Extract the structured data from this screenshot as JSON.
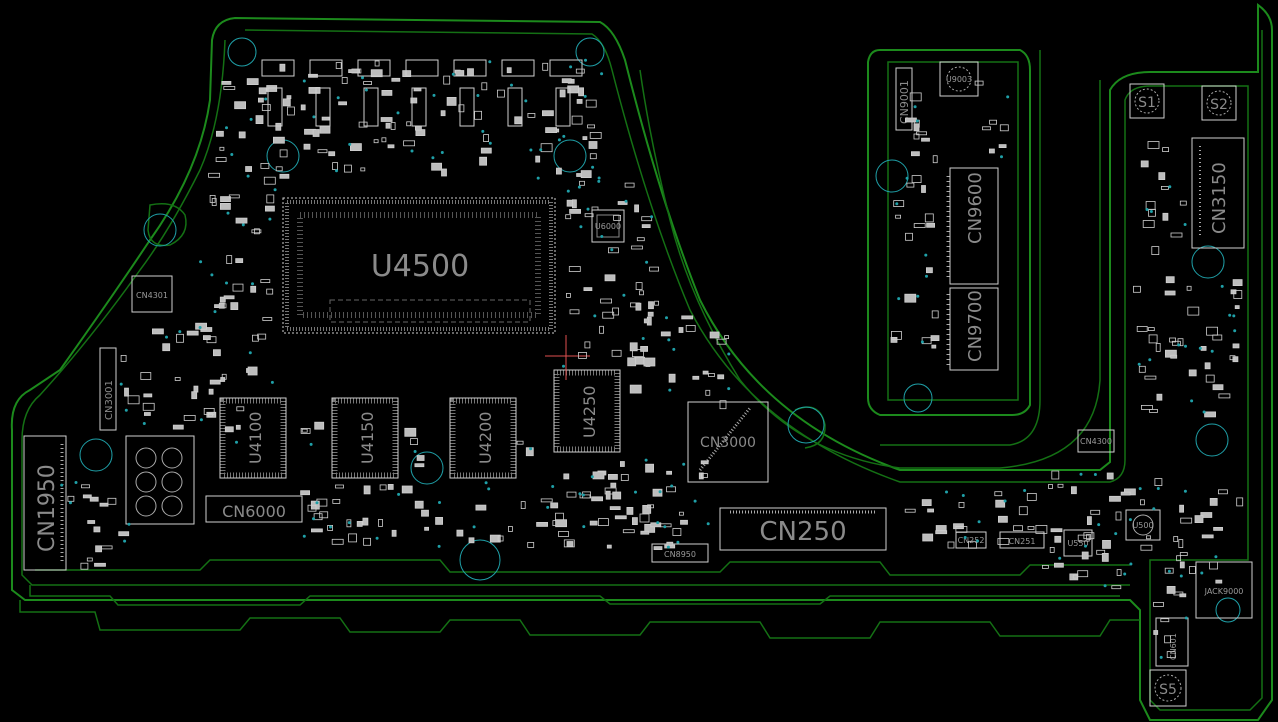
{
  "viewer": {
    "background": "#000000",
    "outline_color": "#1c8a1c",
    "silk_color": "#cfcfcf",
    "hole_color": "#1fa0a8",
    "cursor_color": "#e05050"
  },
  "labels": {
    "u4500": "U4500",
    "u4100": "U4100",
    "u4150": "U4150",
    "u4200": "U4200",
    "u4250": "U4250",
    "cn250": "CN250",
    "cn3000": "CN3000",
    "cn6000": "CN6000",
    "cn1950": "CN1950",
    "cn3001": "CN3001",
    "cn9600": "CN9600",
    "cn9700": "CN9700",
    "cn9001": "CN9001",
    "cn3150": "CN3150",
    "cn8950": "CN8950",
    "cn251": "CN251",
    "cn252": "CN252",
    "cn4301": "CN4301",
    "cn4300": "CN4300",
    "cn601": "CN601",
    "jack9000": "JACK9000",
    "s1": "S1",
    "s2": "S2",
    "s5": "S5",
    "u500": "U500",
    "u550": "U550",
    "u6000": "U6000",
    "u9003": "U9003"
  }
}
